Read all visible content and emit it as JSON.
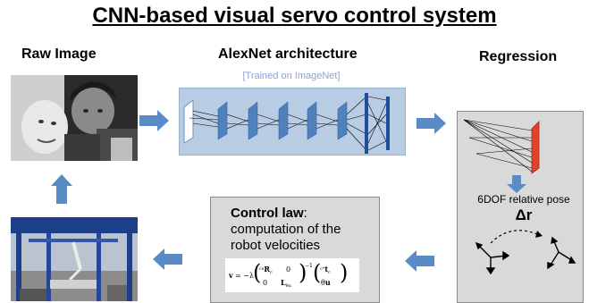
{
  "title": "CNN-based visual servo control system",
  "labels": {
    "raw_image": "Raw Image",
    "alexnet": "AlexNet architecture",
    "trained": "[Trained on ImageNet]",
    "regression": "Regression"
  },
  "regression": {
    "pose_label": "6DOF relative pose",
    "delta_symbol": "Δr"
  },
  "control": {
    "heading": "Control law",
    "heading_suffix": ":",
    "text": "computation of the robot velocities"
  },
  "colors": {
    "arrow_fill": "#5a8bc7",
    "cnn_box": "#b8cce4",
    "layer_blue": "#4f81bd",
    "regression_layer": "#e0422a",
    "gray_box": "#d9d9d9"
  }
}
